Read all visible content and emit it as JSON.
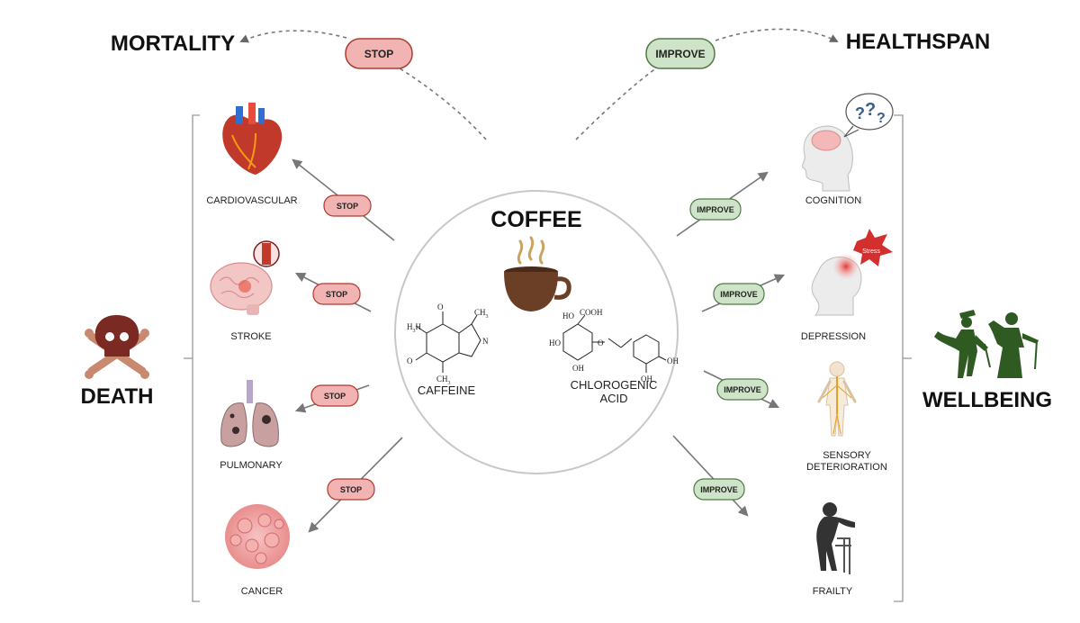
{
  "titles": {
    "mortality": "MORTALITY",
    "healthspan": "HEALTHSPAN",
    "death": "DEATH",
    "wellbeing": "WELLBEING",
    "coffee": "COFFEE"
  },
  "top_pills": {
    "stop": "STOP",
    "improve": "IMPROVE"
  },
  "compounds": {
    "caffeine": "CAFFEINE",
    "chlorogenic_line1": "CHLOROGENIC",
    "chlorogenic_line2": "ACID"
  },
  "chem_labels": {
    "ch3": "CH",
    "sub3": "3",
    "h3c": "H",
    "n": "N",
    "o": "O",
    "ho": "HO",
    "cooh": "COOH",
    "oh": "OH",
    "stress": "Stress",
    "question": "?",
    "question2": "?",
    "question3": "?"
  },
  "left_items": [
    {
      "label": "CARDIOVASCULAR",
      "pill": "STOP",
      "icon": "heart-icon"
    },
    {
      "label": "STROKE",
      "pill": "STOP",
      "icon": "brain-stroke-icon"
    },
    {
      "label": "PULMONARY",
      "pill": "STOP",
      "icon": "lungs-icon"
    },
    {
      "label": "CANCER",
      "pill": "STOP",
      "icon": "cancer-cell-icon"
    }
  ],
  "right_items": [
    {
      "label": "COGNITION",
      "pill": "IMPROVE",
      "icon": "head-question-icon"
    },
    {
      "label": "DEPRESSION",
      "pill": "IMPROVE",
      "icon": "head-stress-icon"
    },
    {
      "label_line1": "SENSORY",
      "label_line2": "DETERIORATION",
      "pill": "IMPROVE",
      "icon": "nervous-system-icon"
    },
    {
      "label": "FRAILTY",
      "pill": "IMPROVE",
      "icon": "elderly-walker-icon"
    }
  ],
  "colors": {
    "stop_fill": "#f2b3b3",
    "stop_stroke": "#c0392b",
    "improve_fill": "#cfe3c8",
    "improve_stroke": "#4f7a45",
    "skull": "#7a2a22",
    "bones": "#c9896e",
    "wellbeing_green": "#2f5a22",
    "coffee_brown": "#6b3e26",
    "steam": "#c9a45c"
  }
}
